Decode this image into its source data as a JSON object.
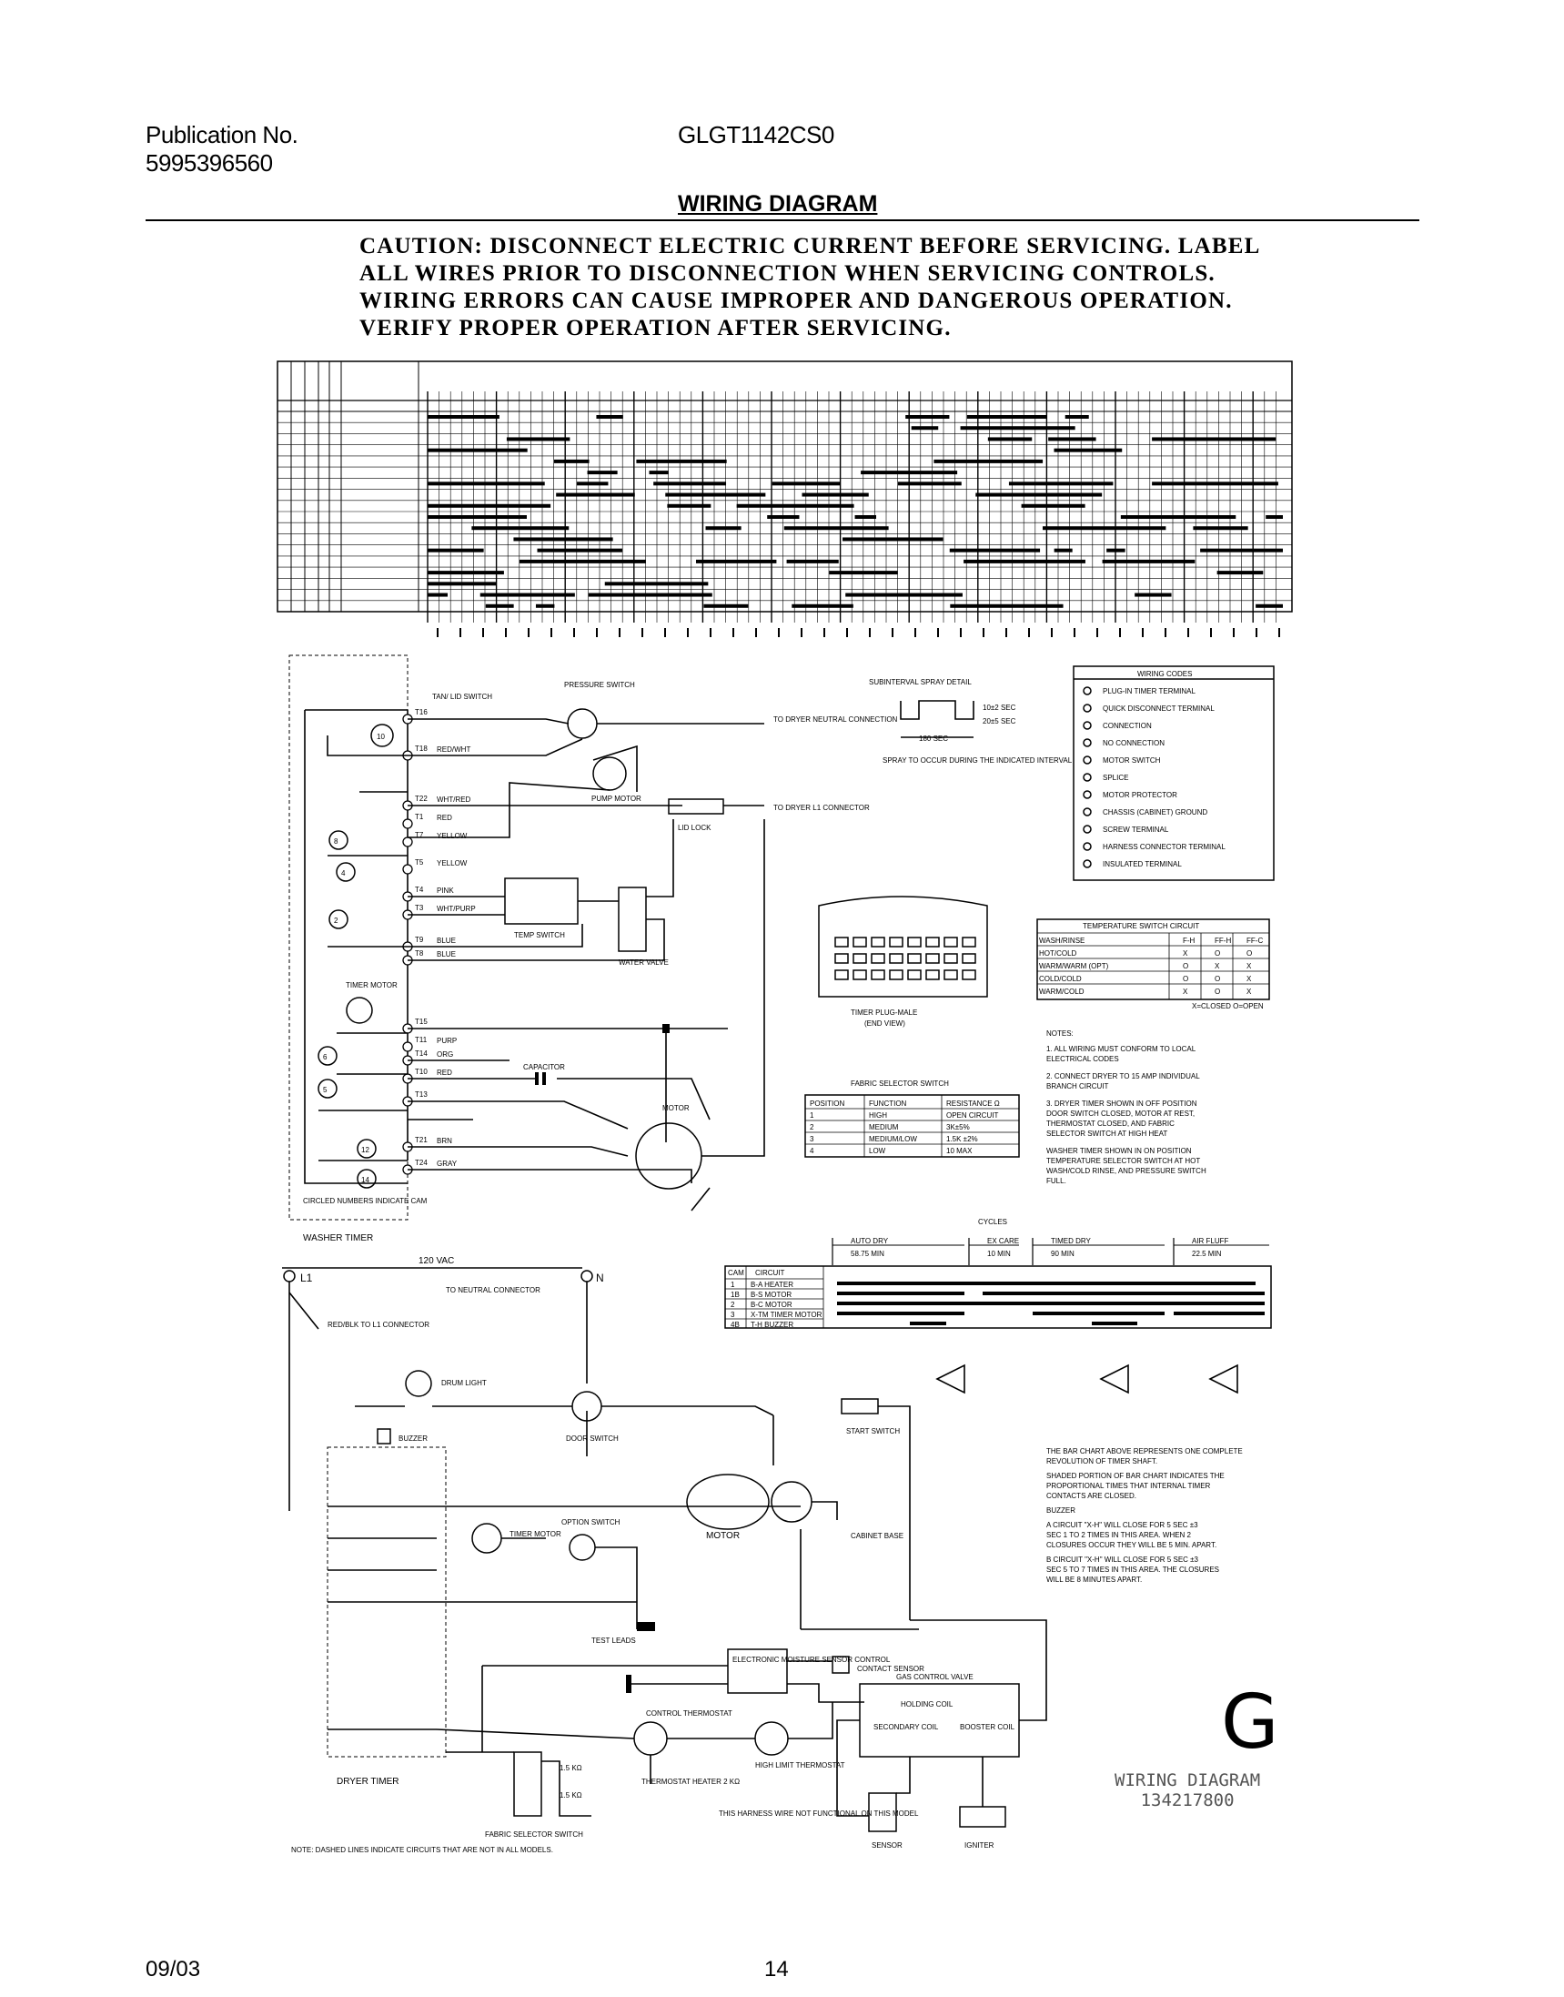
{
  "header": {
    "publication_label": "Publication No.",
    "publication_number": "5995396560",
    "model": "GLGT1142CS0",
    "title": "WIRING DIAGRAM"
  },
  "caution": [
    "CAUTION: DISCONNECT ELECTRIC CURRENT BEFORE SERVICING. LABEL",
    "ALL WIRES PRIOR TO DISCONNECTION WHEN SERVICING CONTROLS.",
    "WIRING ERRORS CAN CAUSE IMPROPER AND DANGEROUS OPERATION.",
    "VERIFY PROPER OPERATION AFTER SERVICING."
  ],
  "washer_timer": {
    "label": "WASHER TIMER",
    "circled_note": "CIRCLED NUMBERS INDICATE CAM",
    "timer_motor": "TIMER MOTOR",
    "pressure_switch": "PRESSURE SWITCH",
    "lid_switch": "TAN/ LID SWITCH",
    "pump_motor": "PUMP MOTOR",
    "lid_lock": "LID LOCK",
    "water_valve": "WATER VALVE",
    "temp_switch": "TEMP SWITCH",
    "capacitor": "CAPACITOR",
    "motor": "MOTOR",
    "to_dryer_neutral": "TO DRYER NEUTRAL CONNECTION",
    "to_dryer_l1": "TO DRYER L1 CONNECTOR",
    "terminals": [
      "T16",
      "T18",
      "T22",
      "T1",
      "T7",
      "T5",
      "T4",
      "T3",
      "T9",
      "T8",
      "T15",
      "T11",
      "T14",
      "T10",
      "T13",
      "T21",
      "T24"
    ],
    "wire_colors": [
      "RED/WHT",
      "WHT/RED",
      "RED",
      "YELLOW",
      "YELLOW",
      "PINK",
      "WHT/PURP",
      "BLUE",
      "BLUE",
      "PURP",
      "ORG",
      "RED",
      "BRN",
      "GRAY"
    ],
    "cam_numbers": [
      "10",
      "8",
      "4",
      "2",
      "6",
      "5",
      "12",
      "14"
    ]
  },
  "subinterval": {
    "title": "SUBINTERVAL SPRAY DETAIL",
    "t1": "10±2 SEC",
    "t2": "20±5 SEC",
    "t3": "180 SEC",
    "note": "SPRAY TO OCCUR DURING THE INDICATED INTERVAL"
  },
  "wiring_codes": {
    "title": "WIRING CODES",
    "items": [
      "PLUG-IN TIMER TERMINAL",
      "QUICK DISCONNECT TERMINAL",
      "CONNECTION",
      "NO CONNECTION",
      "MOTOR SWITCH",
      "SPLICE",
      "MOTOR PROTECTOR",
      "CHASSIS (CABINET) GROUND",
      "SCREW TERMINAL",
      "HARNESS CONNECTOR TERMINAL",
      "INSULATED TERMINAL"
    ]
  },
  "timer_plug": {
    "label": "TIMER PLUG-MALE",
    "sub": "(END VIEW)"
  },
  "temperature_switch": {
    "title": "TEMPERATURE SWITCH CIRCUIT",
    "headers": [
      "WASH/RINSE",
      "F-H",
      "FF-H",
      "FF-C"
    ],
    "rows": [
      [
        "HOT/COLD",
        "X",
        "O",
        "O"
      ],
      [
        "WARM/WARM (OPT)",
        "O",
        "X",
        "X"
      ],
      [
        "COLD/COLD",
        "O",
        "O",
        "X"
      ],
      [
        "WARM/COLD",
        "X",
        "O",
        "X"
      ]
    ],
    "legend": "X=CLOSED   O=OPEN"
  },
  "notes": {
    "title": "NOTES:",
    "items": [
      "1. ALL WIRING MUST CONFORM TO LOCAL ELECTRICAL CODES",
      "2. CONNECT DRYER TO 15 AMP INDIVIDUAL BRANCH CIRCUIT",
      "3. DRYER TIMER SHOWN IN OFF POSITION DOOR SWITCH CLOSED, MOTOR AT REST, THERMOSTAT CLOSED, AND FABRIC SELECTOR SWITCH AT HIGH HEAT",
      "WASHER TIMER SHOWN IN ON POSITION TEMPERATURE SELECTOR SWITCH AT HOT WASH/COLD RINSE, AND PRESSURE SWITCH FULL."
    ]
  },
  "fabric_selector": {
    "title": "FABRIC SELECTOR SWITCH",
    "headers": [
      "POSITION",
      "FUNCTION",
      "RESISTANCE Ω"
    ],
    "rows": [
      [
        "1",
        "HIGH",
        "OPEN CIRCUIT"
      ],
      [
        "2",
        "MEDIUM",
        "3K±5%"
      ],
      [
        "3",
        "MEDIUM/LOW",
        "1.5K ±2%"
      ],
      [
        "4",
        "LOW",
        "10 MAX"
      ]
    ]
  },
  "dryer_cycles": {
    "title": "CYCLES",
    "segments": [
      "AUTO DRY 58.75 MIN",
      "EX CARE 10 MIN",
      "TIMED DRY 90 MIN",
      "AIR FLUFF 22.5 MIN"
    ],
    "cam_headers": [
      "CAM",
      "CIRCUIT"
    ],
    "cams": [
      [
        "1",
        "B-A HEATER"
      ],
      [
        "1B",
        "B-S MOTOR"
      ],
      [
        "2",
        "B-C MOTOR"
      ],
      [
        "3",
        "X-TM TIMER MOTOR"
      ],
      [
        "4B",
        "T-H BUZZER"
      ]
    ]
  },
  "dryer_notes": [
    "THE BAR CHART ABOVE REPRESENTS ONE COMPLETE REVOLUTION OF TIMER SHAFT.",
    "SHADED PORTION OF BAR CHART INDICATES THE PROPORTIONAL TIMES THAT INTERNAL TIMER CONTACTS ARE CLOSED.",
    "BUZZER",
    "A  CIRCUIT \"X-H\" WILL CLOSE FOR 5 SEC ±3 SEC 1 TO 2 TIMES IN THIS AREA. WHEN 2 CLOSURES OCCUR THEY WILL BE 5 MIN. APART.",
    "B  CIRCUIT \"X-H\" WILL CLOSE FOR 5 SEC ±3 SEC 5 TO 7 TIMES IN THIS AREA. THE CLOSURES WILL BE 8 MINUTES APART."
  ],
  "dryer": {
    "vac": "120 VAC",
    "l1": "L1",
    "n": "N",
    "to_neutral": "TO NEUTRAL CONNECTOR",
    "to_l1": "RED/BLK TO L1 CONNECTOR",
    "drum_light": "DRUM LIGHT",
    "door_switch": "DOOR SWITCH",
    "buzzer": "BUZZER",
    "start_switch": "START SWITCH",
    "timer_motor": "TIMER MOTOR",
    "option_switch": "OPTION SWITCH",
    "motor": "MOTOR",
    "cabinet_base": "CABINET BASE",
    "test_leads": "TEST LEADS",
    "control": "ELECTRONIC MOISTURE SENSOR CONTROL",
    "contact_sensor": "CONTACT SENSOR",
    "control_thermostat": "CONTROL THERMOSTAT",
    "high_limit": "HIGH LIMIT THERMOSTAT",
    "thermostat_heater": "THERMOSTAT HEATER 2 KΩ",
    "harness_note": "THIS HARNESS WIRE NOT FUNCTIONAL ON THIS MODEL",
    "gas_valve": "GAS CONTROL VALVE",
    "holding_coil": "HOLDING COIL",
    "secondary_coil": "SECONDARY COIL",
    "booster_coil": "BOOSTER COIL",
    "sensor": "SENSOR",
    "igniter": "IGNITER",
    "fabric_switch": "FABRIC SELECTOR SWITCH",
    "r1": "1.5 KΩ",
    "r2": "1.5 KΩ",
    "dryer_timer": "DRYER TIMER",
    "note": "NOTE: DASHED LINES INDICATE CIRCUITS THAT ARE NOT IN ALL MODELS."
  },
  "stamp": {
    "letter": "G",
    "line1": "WIRING DIAGRAM",
    "line2": "134217800"
  },
  "footer": {
    "date": "09/03",
    "page": "14"
  }
}
